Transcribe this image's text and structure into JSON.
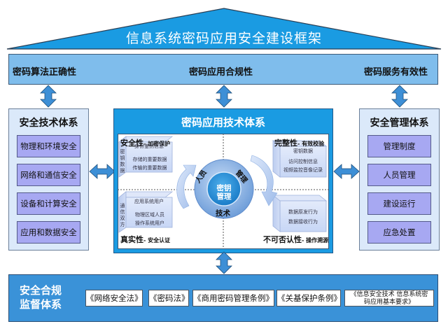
{
  "title": "信息系统密码应用安全建设框架",
  "top_band": {
    "items": [
      "密码算法正确性",
      "密码应用合规性",
      "密码服务有效性"
    ]
  },
  "left_system": {
    "title": "安全技术体系",
    "items": [
      "物理和环境安全",
      "网络和通信安全",
      "设备和计算安全",
      "应用和数据安全"
    ]
  },
  "right_system": {
    "title": "安全管理体系",
    "items": [
      "管理制度",
      "人员管理",
      "建设运行",
      "应急处置"
    ]
  },
  "center_system": {
    "title": "密码应用技术体系",
    "quadrants": {
      "security": {
        "label": "安全性",
        "sub": "- 加密保护",
        "cube_side": "密钥数据",
        "cube_top": "身份鉴别信息",
        "cube_lines": [
          "存储的重要数据",
          "传输的重要数据"
        ]
      },
      "integrity": {
        "label": "完整性",
        "sub": "- 有效校验",
        "cube_top": "密钥数据",
        "cube_lines": [
          "访问控制信息",
          "视频监控音像记录"
        ]
      },
      "authenticity": {
        "label": "真实性",
        "sub": "- 安全认证",
        "cube_side": "通信双方",
        "cube_top": "应用系统用户",
        "cube_lines": [
          "物理区域人员",
          "操作系统用户"
        ]
      },
      "nonrepudiation": {
        "label": "不可否认性",
        "sub": "- 操作溯源",
        "cube_lines": [
          "数据原发行为",
          "数据接收行为"
        ]
      }
    },
    "core": {
      "inner_line1": "密钥",
      "inner_line2": "管理",
      "ring_left": "人员",
      "ring_right": "管理",
      "ring_bottom": "技术"
    }
  },
  "bottom": {
    "title_line1": "安全合规",
    "title_line2": "监督体系",
    "laws": [
      "《网络安全法》",
      "《密码法》",
      "《商用密码管理条例》",
      "《关基保护条例》"
    ],
    "law_last_line1": "《信息安全技术 信息系统密",
    "law_last_line2": "码应用基本要求》"
  },
  "colors": {
    "roof": "#1a9be2",
    "top_band": "#7fbdec",
    "side_bg": "#dbe9fa",
    "side_item": "#a7a8f2",
    "center": "#1a9be2",
    "bottom": "#3a92d8",
    "arrow": "#3d8fd6"
  }
}
